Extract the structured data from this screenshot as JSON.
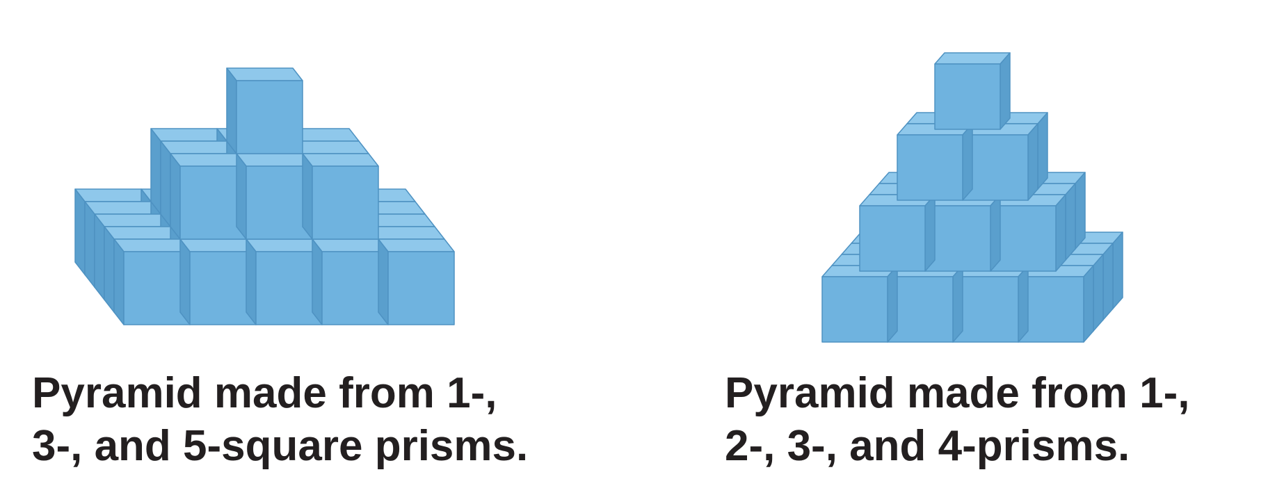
{
  "figures": [
    {
      "name": "pyramid-1-3-5",
      "layers": [
        5,
        3,
        1
      ],
      "caption_lines": [
        "Pyramid made from 1-,",
        "3-, and 5-square prisms."
      ]
    },
    {
      "name": "pyramid-1-2-3-4",
      "layers": [
        4,
        3,
        2,
        1
      ],
      "caption_lines": [
        "Pyramid made from 1-,",
        "2-, 3-, and 4-prisms."
      ]
    }
  ],
  "colors": {
    "cube_front": "#6fb3df",
    "cube_top": "#8fc8eb",
    "cube_side": "#5a9fcd",
    "cube_edge": "#4e92c2",
    "text": "#231f20"
  }
}
